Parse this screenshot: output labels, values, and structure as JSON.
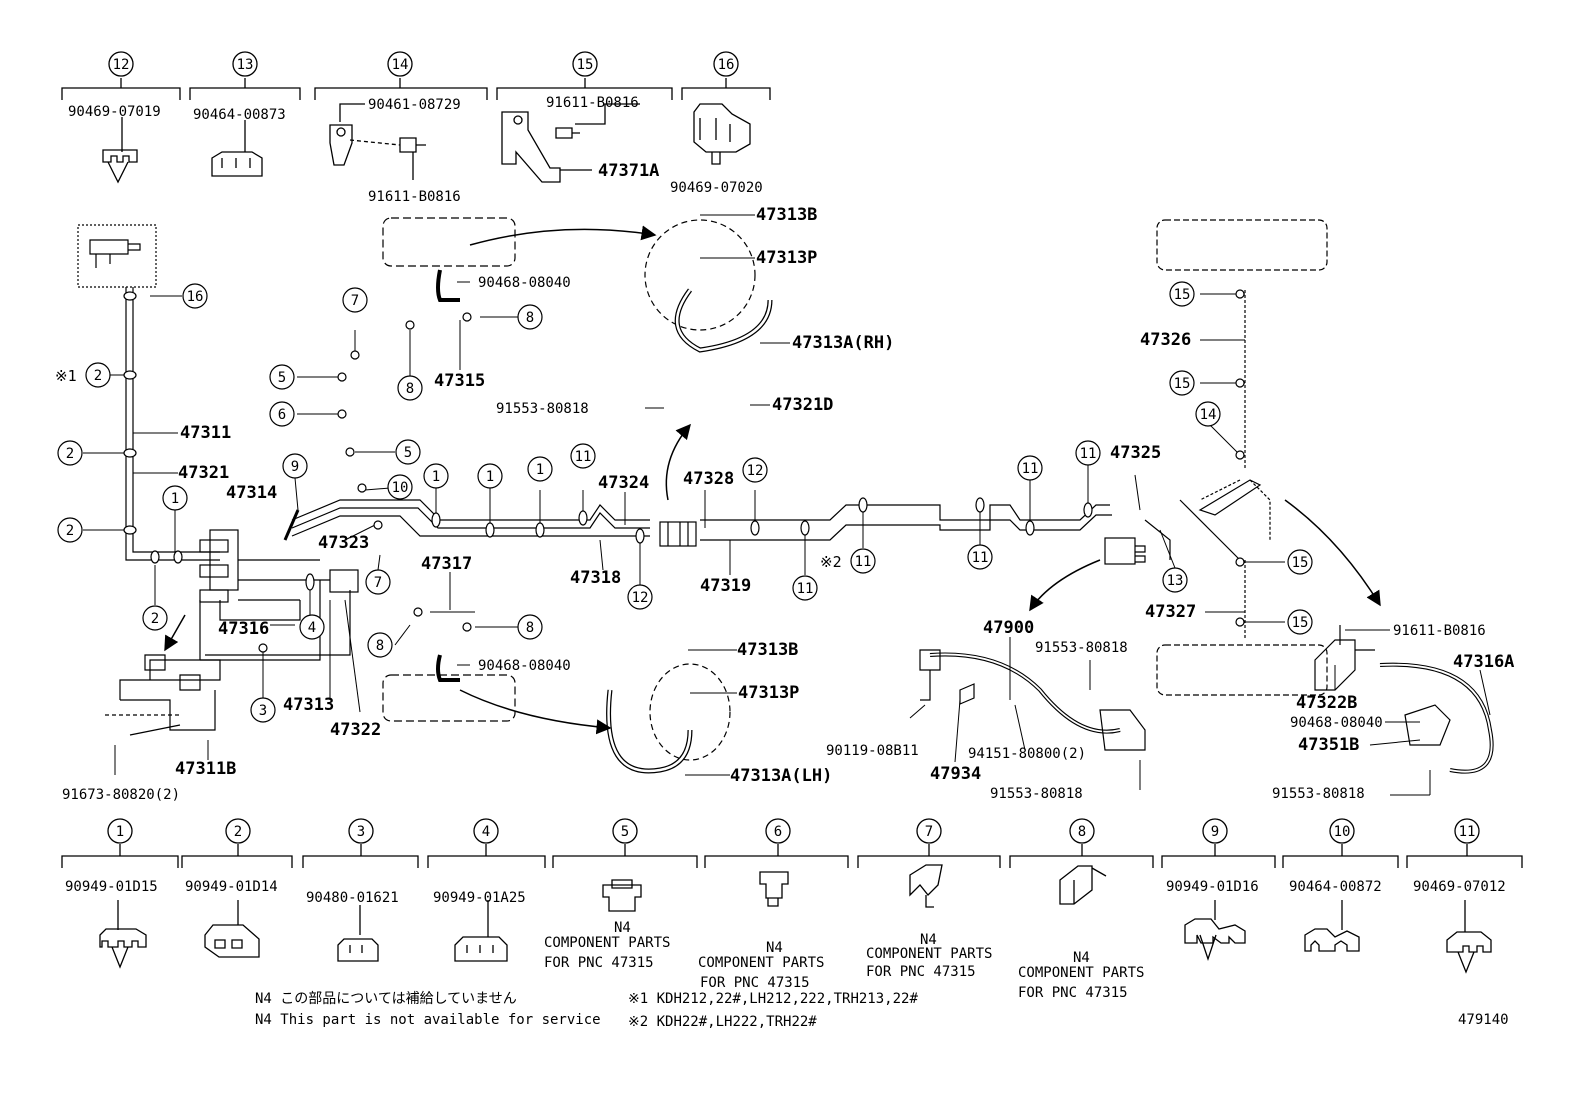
{
  "diagram": {
    "circled": {
      "n1": "1",
      "n2": "2",
      "n3": "3",
      "n4": "4",
      "n5": "5",
      "n6": "6",
      "n7": "7",
      "n8": "8",
      "n9": "9",
      "n10": "10",
      "n11": "11",
      "n12": "12",
      "n13": "13",
      "n14": "14",
      "n15": "15",
      "n16": "16"
    },
    "top_parts": {
      "p12": "90469-07019",
      "p13": "90464-00873",
      "p14a": "90461-08729",
      "p14b": "91611-B0816",
      "p15a": "91611-B0816",
      "p15b": "47371A",
      "p16": "90469-07020"
    },
    "bottom_parts": {
      "p1": "90949-01D15",
      "p2": "90949-01D14",
      "p3": "90480-01621",
      "p4": "90949-01A25",
      "p9": "90949-01D16",
      "p10": "90464-00872",
      "p11": "90469-07012",
      "n4_tag": "N4",
      "component_line1": "COMPONENT PARTS",
      "component_line2": "FOR PNC 47315"
    },
    "labels": {
      "l47311": "47311",
      "l47321": "47321",
      "l47314": "47314",
      "l47323": "47323",
      "l47316": "47316",
      "l47313": "47313",
      "l47322": "47322",
      "l47311b": "47311B",
      "l91673": "91673-80820(2)",
      "l47315": "47315",
      "l90468": "90468-08040",
      "l47313b": "47313B",
      "l47313p": "47313P",
      "l47313a_rh": "47313A(RH)",
      "l47313a_lh": "47313A(LH)",
      "l91553_a": "91553-80818",
      "l47321d": "47321D",
      "l47324": "47324",
      "l47328": "47328",
      "l47318": "47318",
      "l47319": "47319",
      "l47317": "47317",
      "l47325": "47325",
      "l47326": "47326",
      "l47327": "47327",
      "l47900": "47900",
      "l47934": "47934",
      "l90119": "90119-08B11",
      "l94151": "94151-80800(2)",
      "l91553_b": "91553-80818",
      "l91553_c": "91553-80818",
      "l91611_c": "91611-B0816",
      "l47316a": "47316A",
      "l47322b": "47322B",
      "l90468_c": "90468-08040",
      "l47351b": "47351B",
      "l91553_d": "91553-80818",
      "mark1": "※1",
      "mark2": "※2"
    },
    "notes": {
      "n4_jp": "N4 この部品については補給していません",
      "n4_en": "N4 This part is not available for service",
      "note1": "※1 KDH212,22#,LH212,222,TRH213,22#",
      "note2": "※2 KDH22#,LH222,TRH22#"
    },
    "diagram_id": "479140"
  }
}
